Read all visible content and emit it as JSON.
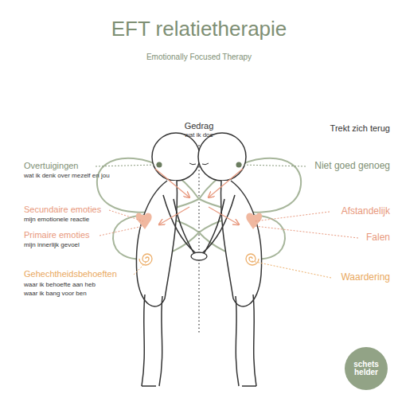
{
  "diagram": {
    "title": "EFT relatietherapie",
    "nodes": [
      {
        "text": [
          "schets helder"
        ]
      }
    ],
    "edges": [],
    "labels": [
      "Emotionally Focused Therapy",
      "Gedrag",
      "wat ik doe",
      "Overtuigingen",
      "wat ik denk over mezelf en jou",
      "Secundaire emoties",
      "mijn emotionele reactie",
      "Primaire emoties",
      "mijn innerlijk gevoel",
      "Gehechtheidsbehoeften",
      "waar ik behoefte aan heb",
      "waar ik bang voor ben",
      "Trekt zich terug",
      "Niet goed genoeg",
      "Afstandelijk",
      "Falen",
      "Waardering"
    ]
  }
}
